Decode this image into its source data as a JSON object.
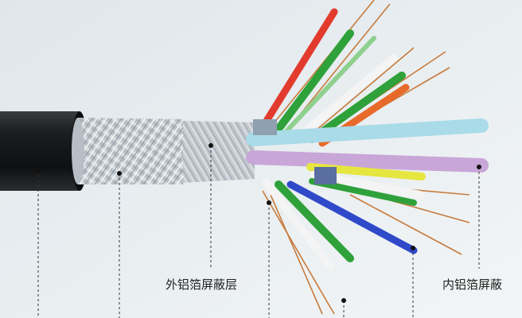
{
  "labels": {
    "outer_foil_shield": "外铝箔屏蔽层",
    "inner_foil_shield": "内铝箔屏蔽"
  },
  "colors": {
    "background": "#e8eef1",
    "jacket": "#1a1c1e",
    "braid": "#c9ced3",
    "copper": "#c77a3c",
    "callout_line": "#333333"
  },
  "conductors": [
    {
      "name": "red",
      "color": "#e23b2e"
    },
    {
      "name": "green",
      "color": "#2fa13a"
    },
    {
      "name": "white",
      "color": "#f4f4f4"
    },
    {
      "name": "light-blue",
      "color": "#a9dbe8"
    },
    {
      "name": "lavender",
      "color": "#c9a6d8"
    },
    {
      "name": "yellow",
      "color": "#e6e640"
    },
    {
      "name": "blue",
      "color": "#2f49c9"
    },
    {
      "name": "orange",
      "color": "#e86a2b"
    }
  ]
}
